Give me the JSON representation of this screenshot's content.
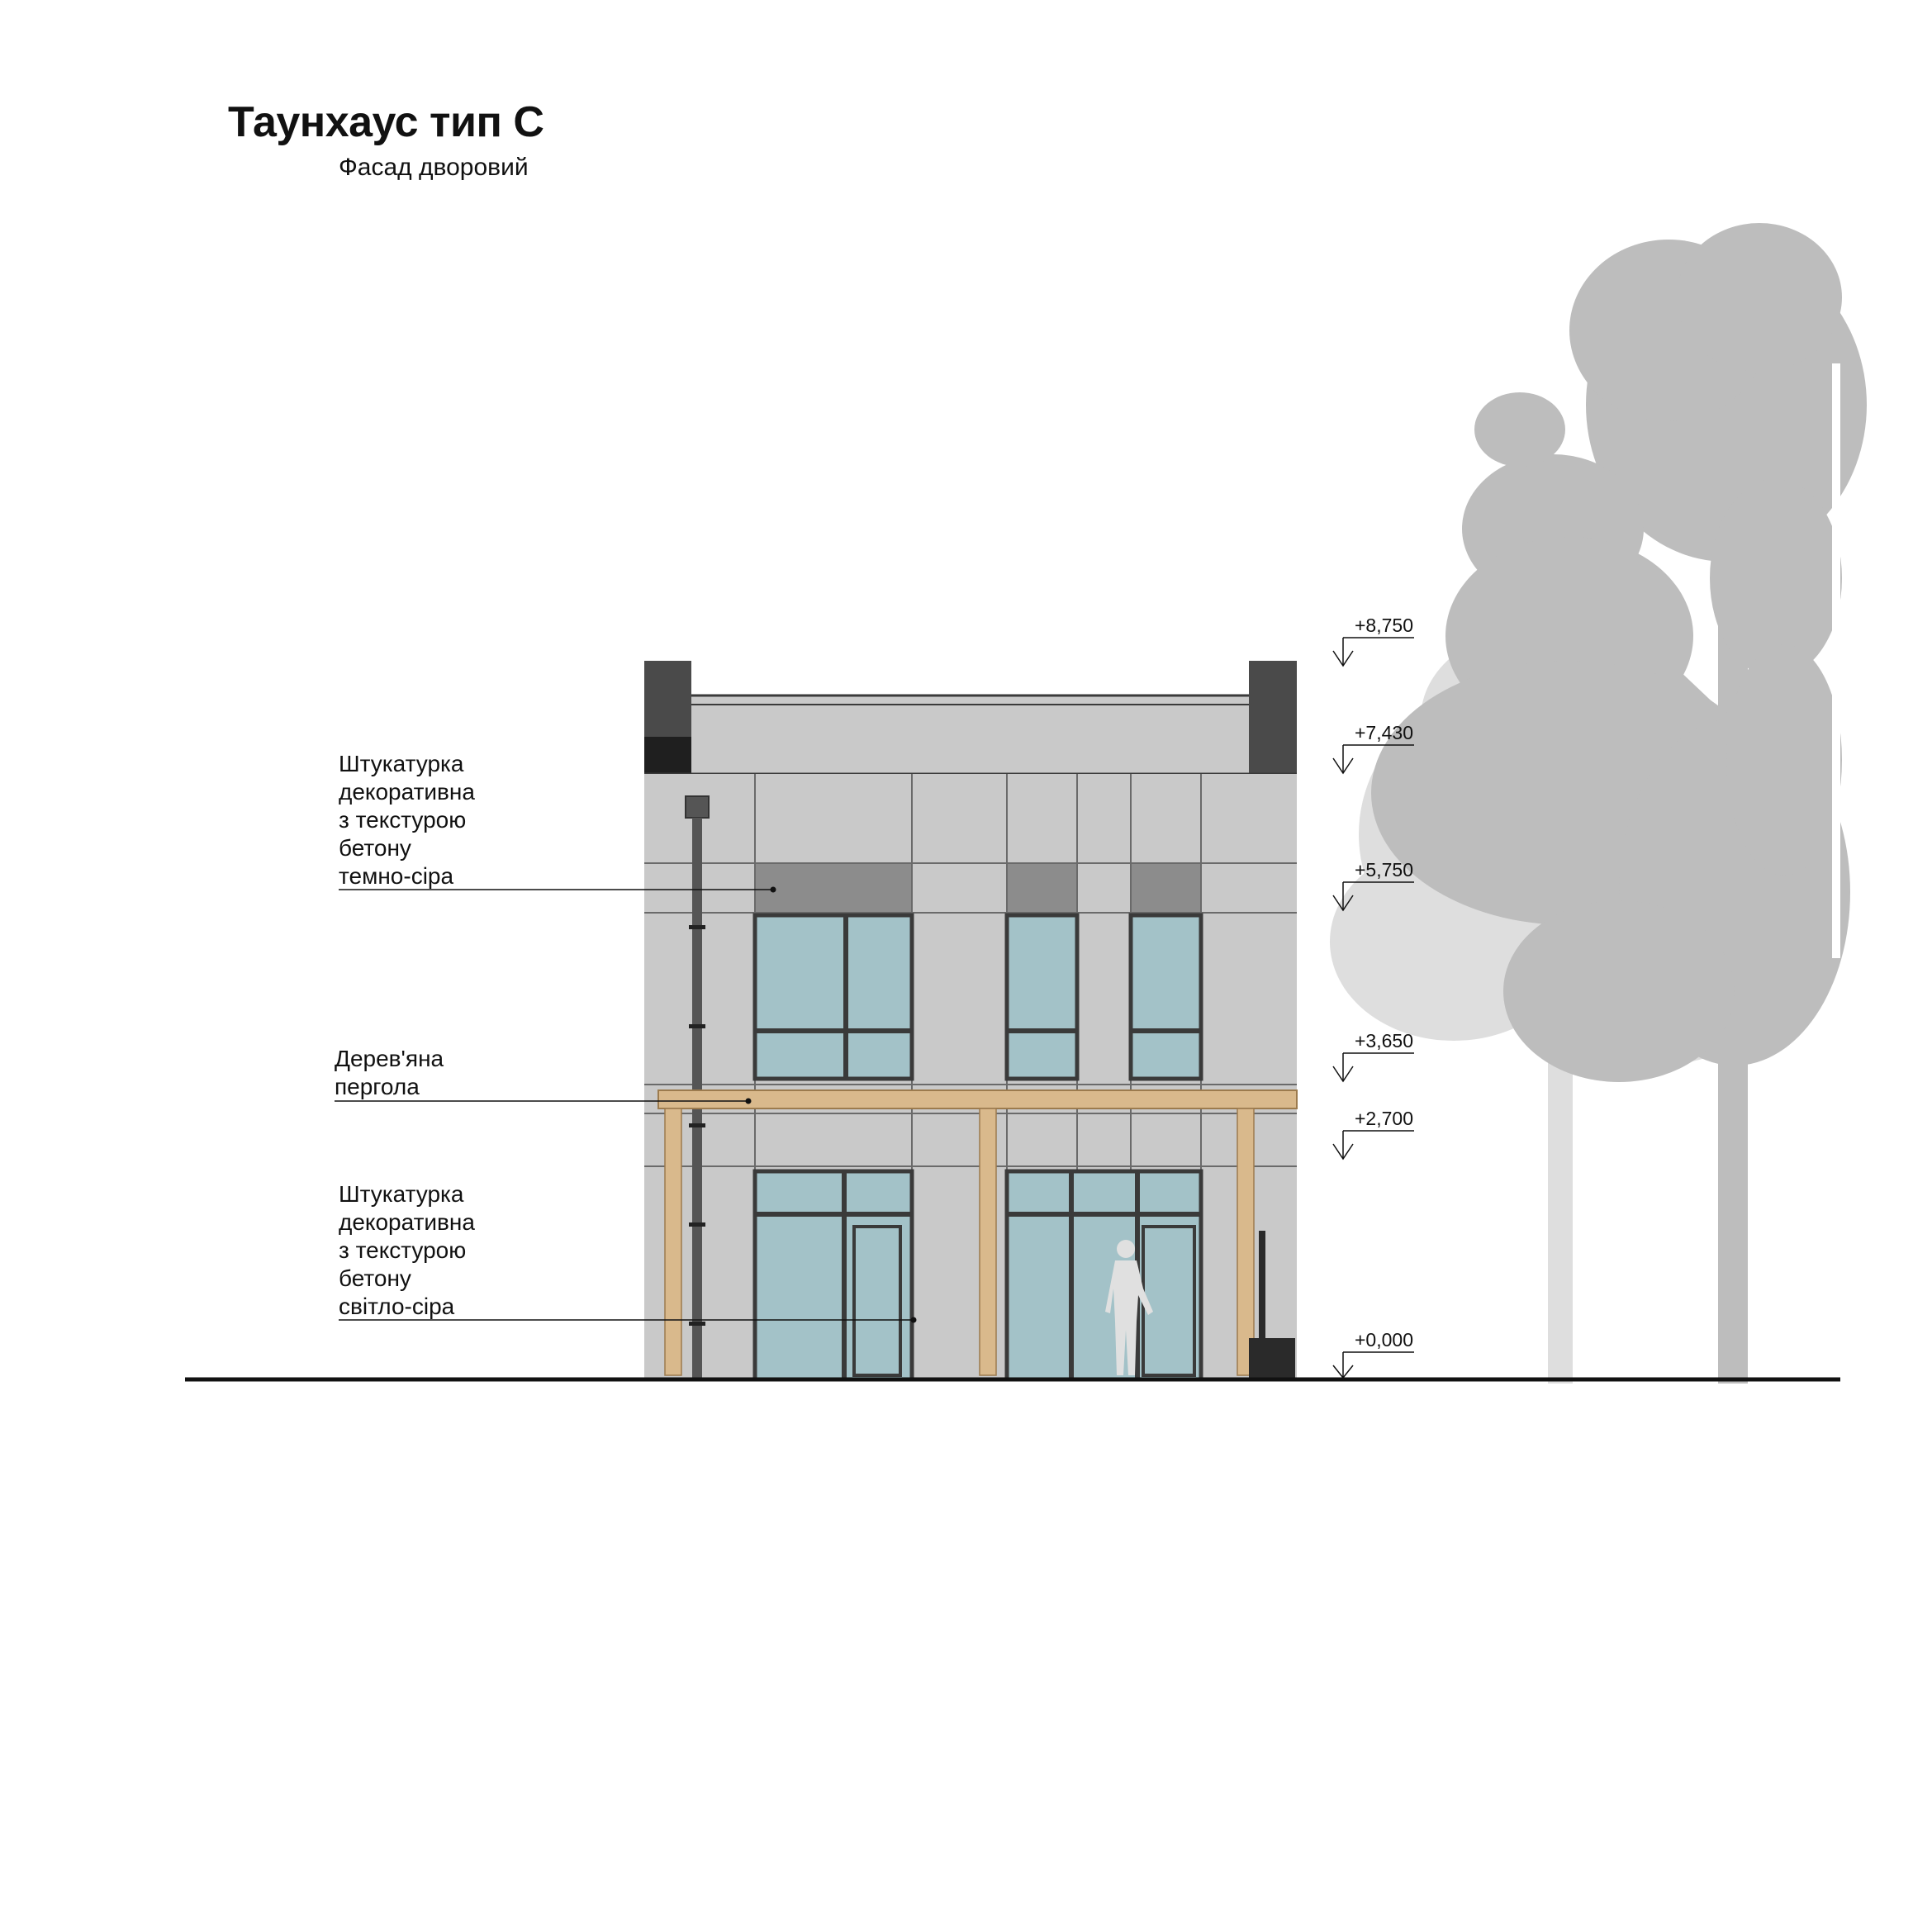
{
  "title": "Таунхаус тип С",
  "subtitle": "Фасад дворовий",
  "callouts": [
    {
      "lines": [
        "Штукатурка",
        "декоративна",
        "з текстурою",
        "бетону",
        "темно-сіра"
      ]
    },
    {
      "lines": [
        "Дерев'яна",
        "пергола"
      ]
    },
    {
      "lines": [
        "Штукатурка",
        "декоративна",
        "з текстурою",
        "бетону",
        "світло-сіра"
      ]
    }
  ],
  "levels": [
    "+8,750",
    "+7,430",
    "+5,750",
    "+3,650",
    "+2,700",
    "+0,000"
  ],
  "colors": {
    "plaster_light": "#c9c9c9",
    "plaster_dark": "#8c8c8c",
    "parapet": "#4a4a4a",
    "glass": "#a3c2c8",
    "frame": "#3a3a3a",
    "pergola_wood": "#d9b98c",
    "tree_dark": "#bdbdbd",
    "tree_light": "#dedede",
    "ground": "#111111"
  }
}
